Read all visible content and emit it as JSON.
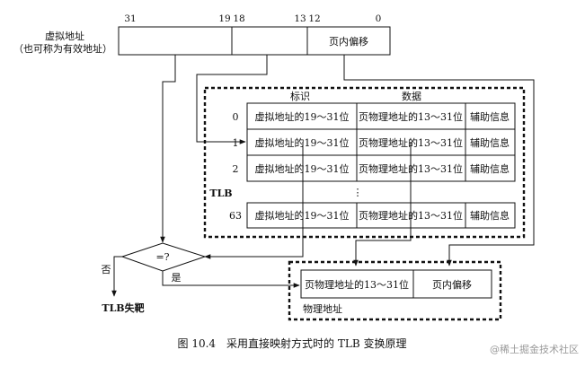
{
  "virtual_address": {
    "label_line1": "虚拟地址",
    "label_line2": "（也可称为有效地址）",
    "bit_labels": [
      "31",
      "19",
      "18",
      "13",
      "12",
      "0"
    ],
    "field_offset": "页内偏移"
  },
  "tlb": {
    "label": "TLB",
    "header_tag": "标识",
    "header_data": "数据",
    "rows": [
      {
        "index": "0",
        "tag": "虚拟地址的19～31位",
        "data": "页物理地址的13～31位",
        "aux": "辅助信息"
      },
      {
        "index": "1",
        "tag": "虚拟地址的19～31位",
        "data": "页物理地址的13～31位",
        "aux": "辅助信息"
      },
      {
        "index": "2",
        "tag": "虚拟地址的19～31位",
        "data": "页物理地址的13～31位",
        "aux": "辅助信息"
      },
      {
        "index": "63",
        "tag": "虚拟地址的19～31位",
        "data": "页物理地址的13～31位",
        "aux": "辅助信息"
      }
    ],
    "ellipsis": "⋮"
  },
  "compare": {
    "symbol": "=?",
    "no": "否",
    "yes": "是",
    "miss": "TLB失靶"
  },
  "physical_address": {
    "label": "物理地址",
    "field_frame": "页物理地址的13～31位",
    "field_offset": "页内偏移"
  },
  "caption": "图 10.4　采用直接映射方式时的 TLB 变换原理",
  "watermark": "@稀土掘金技术社区"
}
